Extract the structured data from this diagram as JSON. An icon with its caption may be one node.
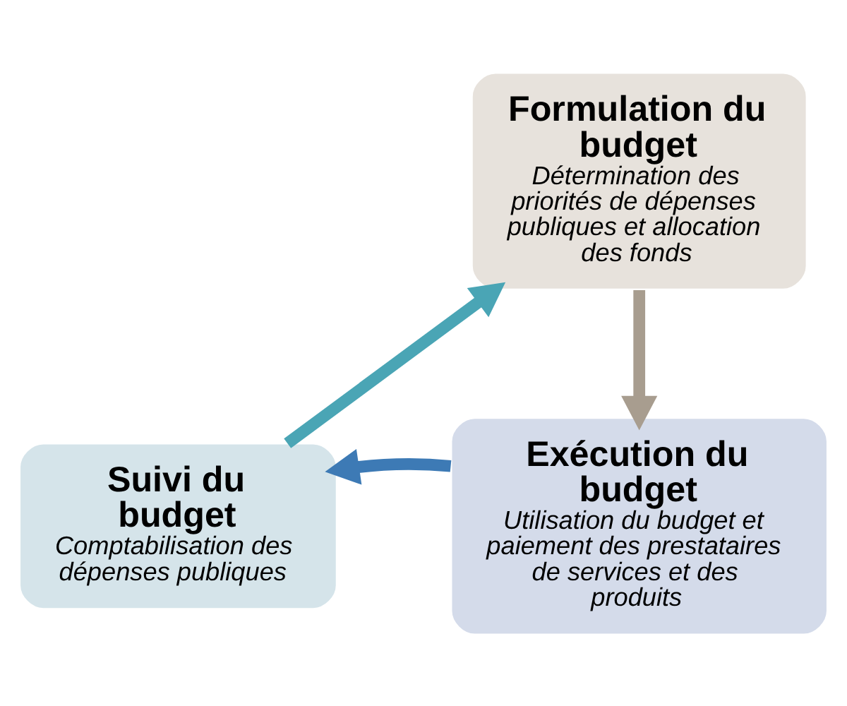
{
  "diagram": {
    "nodes": [
      {
        "text": [
          "Formulation du budget",
          "Détermination des priorités de dépenses publiques et allocation des fonds"
        ]
      },
      {
        "text": [
          "Exécution du budget",
          "Utilisation du budget et paiement des prestataires de services et des produits"
        ]
      },
      {
        "text": [
          "Suivi du budget",
          "Comptabilisation des dépenses publiques"
        ]
      }
    ],
    "edges": [
      {
        "from": 0,
        "to": 1,
        "arrow": "to",
        "color": "#a89d8f"
      },
      {
        "from": 1,
        "to": 2,
        "arrow": "to",
        "color": "#3d7ab5"
      },
      {
        "from": 2,
        "to": 0,
        "arrow": "to",
        "color": "#4aa5b5"
      }
    ]
  }
}
